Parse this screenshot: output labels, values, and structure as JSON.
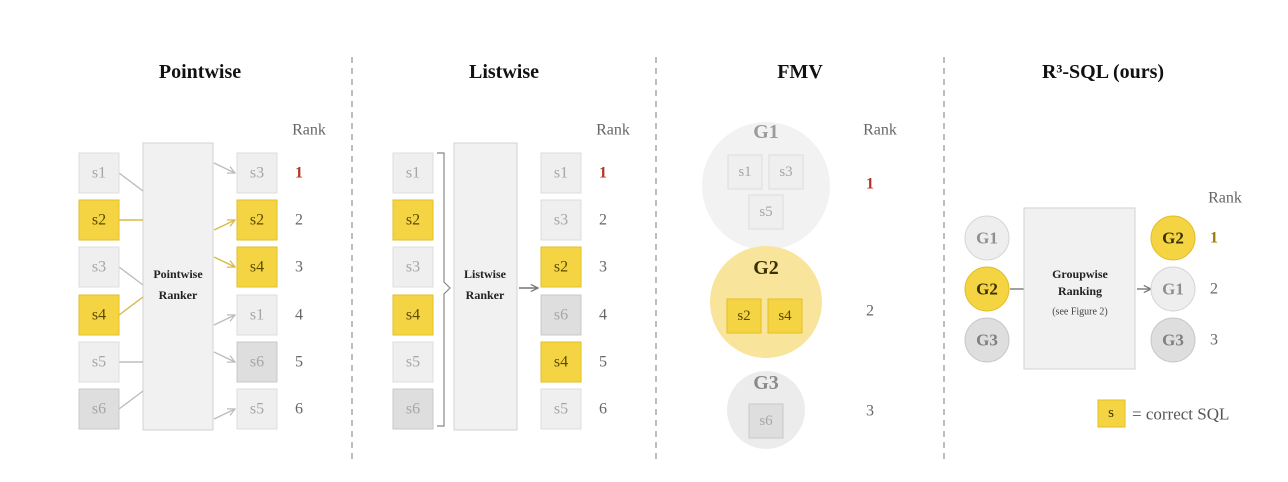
{
  "colors": {
    "correct_fill": "#f5d443",
    "correct_stroke": "#e2bf26",
    "light_fill": "#efefef",
    "light_stroke": "#dcdcdc",
    "mid_fill": "#dedede",
    "mid_stroke": "#c8c8c8",
    "ranker_fill": "#f1f1f1",
    "ranker_stroke": "#d2d2d2",
    "text_gray": "#a6a6a6",
    "rank_red": "#b5342b",
    "rank_gold": "#9a7b0a",
    "divider": "#9a9a9a",
    "arrow_gray": "#bdbdbd",
    "arrow_gold": "#d9b94a"
  },
  "panels": {
    "pointwise": {
      "title": "Pointwise",
      "rank_label": "Rank",
      "ranker_line1": "Pointwise",
      "ranker_line2": "Ranker",
      "inputs": [
        {
          "label": "s1",
          "style": "light"
        },
        {
          "label": "s2",
          "style": "correct"
        },
        {
          "label": "s3",
          "style": "light"
        },
        {
          "label": "s4",
          "style": "correct"
        },
        {
          "label": "s5",
          "style": "light"
        },
        {
          "label": "s6",
          "style": "mid"
        }
      ],
      "outputs": [
        {
          "label": "s3",
          "style": "light",
          "rank": "1",
          "rank_style": "red"
        },
        {
          "label": "s2",
          "style": "correct",
          "rank": "2",
          "rank_style": "normal"
        },
        {
          "label": "s4",
          "style": "correct",
          "rank": "3",
          "rank_style": "normal"
        },
        {
          "label": "s1",
          "style": "light",
          "rank": "4",
          "rank_style": "normal"
        },
        {
          "label": "s6",
          "style": "mid",
          "rank": "5",
          "rank_style": "normal"
        },
        {
          "label": "s5",
          "style": "light",
          "rank": "6",
          "rank_style": "normal"
        }
      ]
    },
    "listwise": {
      "title": "Listwise",
      "rank_label": "Rank",
      "ranker_line1": "Listwise",
      "ranker_line2": "Ranker",
      "inputs": [
        {
          "label": "s1",
          "style": "light"
        },
        {
          "label": "s2",
          "style": "correct"
        },
        {
          "label": "s3",
          "style": "light"
        },
        {
          "label": "s4",
          "style": "correct"
        },
        {
          "label": "s5",
          "style": "light"
        },
        {
          "label": "s6",
          "style": "mid"
        }
      ],
      "outputs": [
        {
          "label": "s1",
          "style": "light",
          "rank": "1",
          "rank_style": "red"
        },
        {
          "label": "s3",
          "style": "light",
          "rank": "2",
          "rank_style": "normal"
        },
        {
          "label": "s2",
          "style": "correct",
          "rank": "3",
          "rank_style": "normal"
        },
        {
          "label": "s6",
          "style": "mid",
          "rank": "4",
          "rank_style": "normal"
        },
        {
          "label": "s4",
          "style": "correct",
          "rank": "5",
          "rank_style": "normal"
        },
        {
          "label": "s5",
          "style": "light",
          "rank": "6",
          "rank_style": "normal"
        }
      ]
    },
    "fmv": {
      "title": "FMV",
      "rank_label": "Rank",
      "groups": [
        {
          "label": "G1",
          "style": "light",
          "members": [
            "s1",
            "s3",
            "s5"
          ],
          "rank": "1",
          "rank_style": "red"
        },
        {
          "label": "G2",
          "style": "correct",
          "members": [
            "s2",
            "s4"
          ],
          "rank": "2",
          "rank_style": "normal"
        },
        {
          "label": "G3",
          "style": "mid",
          "members": [
            "s6"
          ],
          "rank": "3",
          "rank_style": "normal"
        }
      ]
    },
    "r3sql": {
      "title": "R³-SQL (ours)",
      "rank_label": "Rank",
      "ranker_line1": "Groupwise",
      "ranker_line2": "Ranking",
      "ranker_note": "(see Figure 2)",
      "inputs": [
        {
          "label": "G1",
          "style": "light"
        },
        {
          "label": "G2",
          "style": "correct"
        },
        {
          "label": "G3",
          "style": "mid"
        }
      ],
      "outputs": [
        {
          "label": "G2",
          "style": "correct",
          "rank": "1",
          "rank_style": "gold"
        },
        {
          "label": "G1",
          "style": "light",
          "rank": "2",
          "rank_style": "normal"
        },
        {
          "label": "G3",
          "style": "mid",
          "rank": "3",
          "rank_style": "normal"
        }
      ]
    }
  },
  "legend": {
    "swatch_label": "s",
    "text": "= correct SQL"
  }
}
